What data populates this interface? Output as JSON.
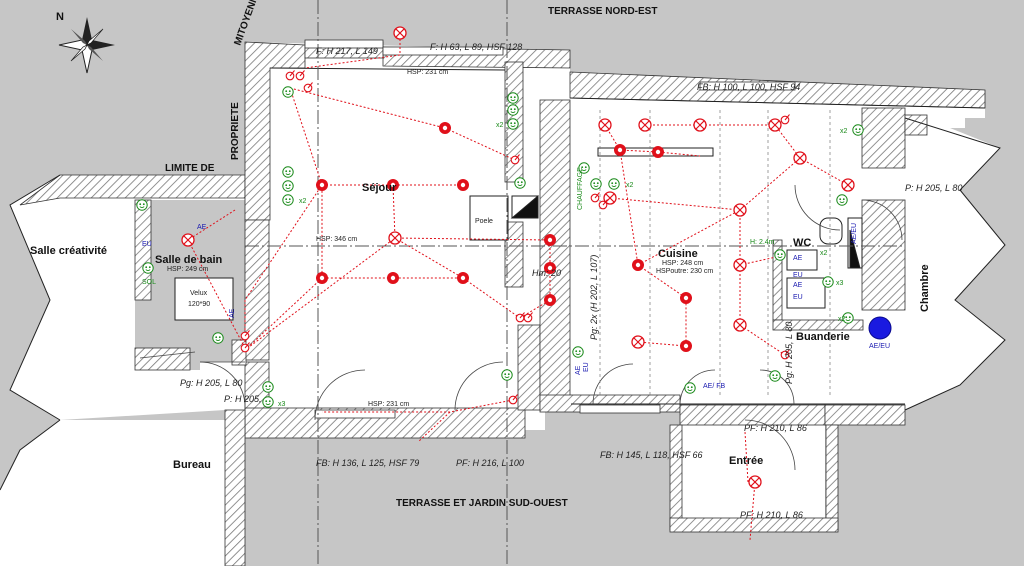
{
  "exterior": {
    "north_terrace": "TERRASSE NORD-EST",
    "south_terrace": "TERRASSE ET JARDIN SUD-OUEST",
    "party_wall": "MITOYENNE",
    "property": "PROPRIETE",
    "boundary": "LIMITE DE",
    "compass_letter": "N"
  },
  "rooms": {
    "salle_creativite": "Salle créativité",
    "salle_de_bain": "Salle de bain",
    "bureau": "Bureau",
    "sejour": "Séjour",
    "cuisine": "Cuisine",
    "wc": "WC",
    "buanderie": "Buanderie",
    "chambre": "Chambre",
    "entree": "Entrée",
    "poele": "Poele",
    "velux": "Velux",
    "velux_size": "120*90",
    "chauffage": "CHAUFFAGE"
  },
  "heights": {
    "sdb_hsp": "HSP: 249 cm",
    "sejour_hsp_top": "HSP: 231 cm",
    "sejour_hsp_mid": "HSP: 346 cm",
    "sejour_hsp_bottom": "HSP: 231 cm",
    "cuisine_hsp": "HSP: 248 cm",
    "cuisine_hsp_poutre": "HSPoutre: 230 cm",
    "wc_height": "H: 2.4m"
  },
  "openings": {
    "top_left": "F: H 217, L 149",
    "top_mid": "F: H 63, L 89, HSF 128",
    "fb_top_right": "FB: H 100, L 100, HSF 94",
    "chambre_door": "P: H 205, L 80",
    "bureau_door": "Pg: H 205, L 80",
    "door_205": "P: H 205,",
    "fb_bottom_left": "FB: H 136, L 125, HSF 79",
    "pf_bottom": "PF: H 216, L 100",
    "fb_bottom_kitchen": "FB: H 145, L 118, HSF 66",
    "pf_entree_top": "PF: H 210, L 86",
    "pf_entree_bottom": "PF: H 210, L 86",
    "pg_vertical": "Pg: 2x (H 202, L 107)",
    "hm": "Hm: 20",
    "pg_buanderie": "Pg: H 205, L 80"
  },
  "symbols": {
    "ae": "AE",
    "eu": "EU",
    "sol": "SOL",
    "ae_eu": "AE/EU",
    "ae_fb": "AE/ FB",
    "x2": "x2",
    "x3": "x3"
  },
  "colors": {
    "background": "#c6c6c6",
    "wall_hatch": "#777777",
    "circuit_red": "#e0101a",
    "outlet_green": "#1a8a1a",
    "label_blue": "#1a1ab0",
    "ae_eu_disk": "#1a1ae0"
  }
}
